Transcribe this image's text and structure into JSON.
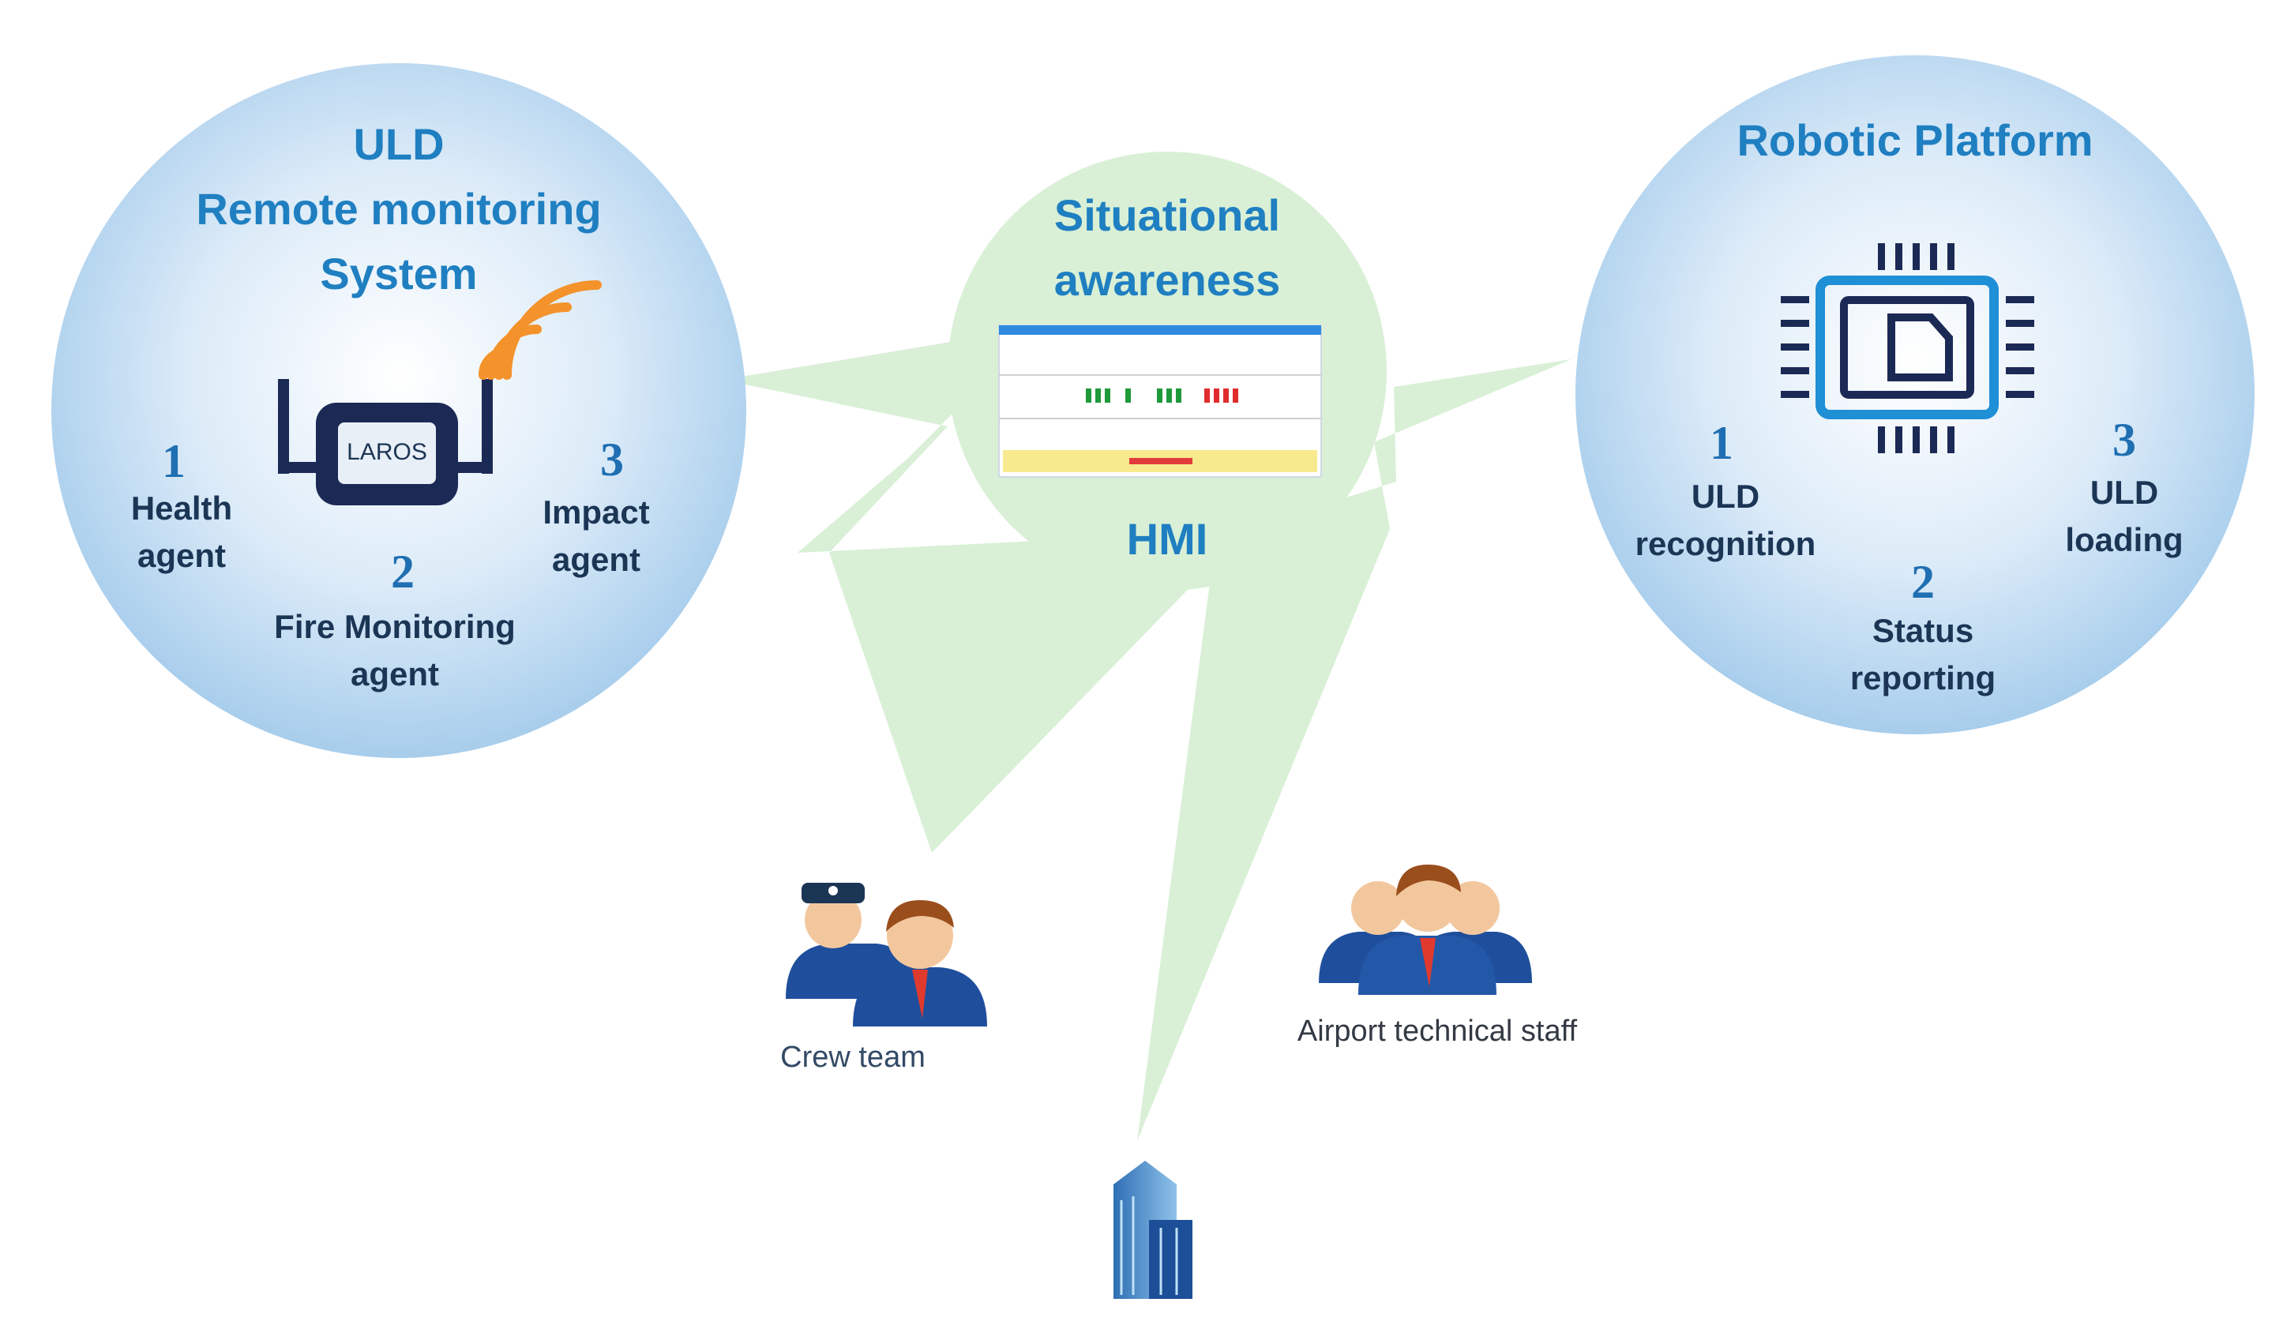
{
  "uld_system": {
    "title_line1": "ULD",
    "title_line2": "Remote monitoring",
    "title_line3": "System",
    "device_label": "LAROS",
    "agent1_num": "1",
    "agent1_line1": "Health",
    "agent1_line2": "agent",
    "agent2_num": "2",
    "agent2_line1": "Fire Monitoring",
    "agent2_line2": "agent",
    "agent3_num": "3",
    "agent3_line1": "Impact",
    "agent3_line2": "agent"
  },
  "situational": {
    "title_line1": "Situational",
    "title_line2": "awareness",
    "hmi_label": "HMI"
  },
  "robotic": {
    "title": "Robotic Platform",
    "item1_num": "1",
    "item1_line1": "ULD",
    "item1_line2": "recognition",
    "item2_num": "2",
    "item2_line1": "Status",
    "item2_line2": "reporting",
    "item3_num": "3",
    "item3_line1": "ULD",
    "item3_line2": "loading"
  },
  "actors": {
    "crew_label": "Crew team",
    "staff_label": "Airport technical staff"
  },
  "colors": {
    "circle_center": "#ffffff",
    "circle_edge": "#a7cdec",
    "star_fill": "#d9f0d6",
    "title_blue": "#1f7fc1",
    "dark_navy": "#1b3555",
    "orange_signal": "#f4922b"
  }
}
